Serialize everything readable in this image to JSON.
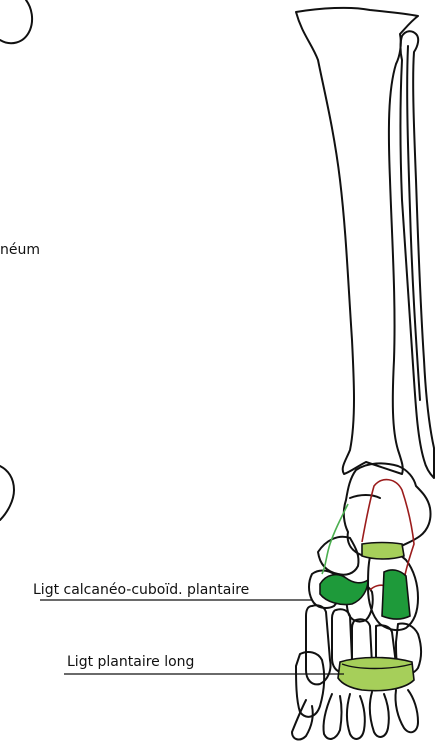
{
  "diagram": {
    "labels": {
      "cut_label": "néum",
      "calcaneo_cuboid": "Ligt calcanéo-cuboïd. plantaire",
      "plantar_long": "Ligt plantaire long"
    },
    "colors": {
      "outline": "#111111",
      "ligament_dark_green": "#1e9a3a",
      "ligament_light_green": "#a6cf5a",
      "ligament_outline_red": "#9b1c1c",
      "ligament_outline_green": "#4caf50"
    }
  }
}
